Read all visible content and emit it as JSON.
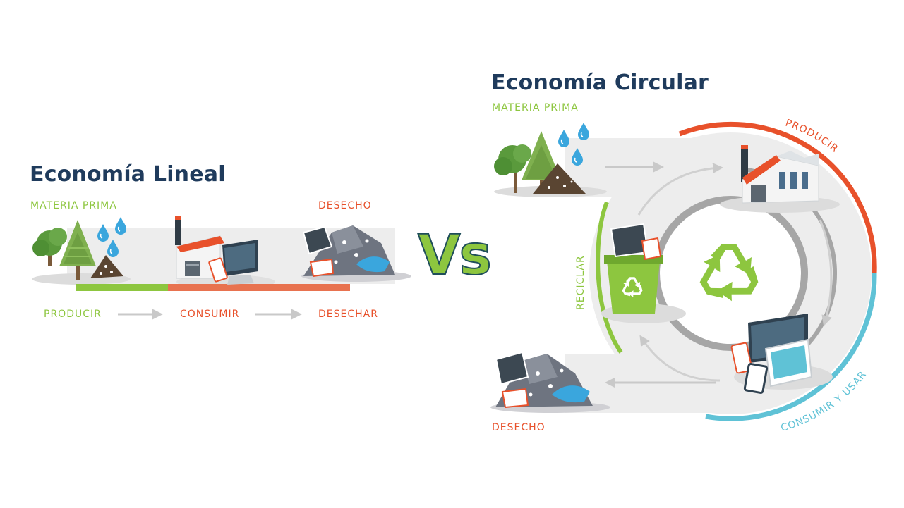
{
  "linear": {
    "title": "Economía Lineal",
    "top_labels": {
      "raw_material": "MATERIA PRIMA",
      "waste": "DESECHO"
    },
    "steps": [
      "PRODUCIR",
      "CONSUMIR",
      "DESECHAR"
    ]
  },
  "vs_text": "Vs",
  "circular": {
    "title": "Economía Circular",
    "raw_material": "MATERIA PRIMA",
    "produce": "PRODUCIR",
    "consume_use": "CONSUMIR Y USAR",
    "recycle": "RECICLAR",
    "waste": "DESECHO"
  },
  "colors": {
    "title": "#1f3b5c",
    "green": "#8dc63f",
    "orange": "#e8512b",
    "blue": "#5fc2d6",
    "track": "#ededed",
    "ring": "#a6a6a6"
  },
  "icons": [
    "tree-icon",
    "water-drop-icon",
    "factory-icon",
    "monitor-icon",
    "waste-pile-icon",
    "recycle-bin-icon",
    "recycle-icon",
    "tablet-icon",
    "phone-icon",
    "arrow-right-icon"
  ]
}
